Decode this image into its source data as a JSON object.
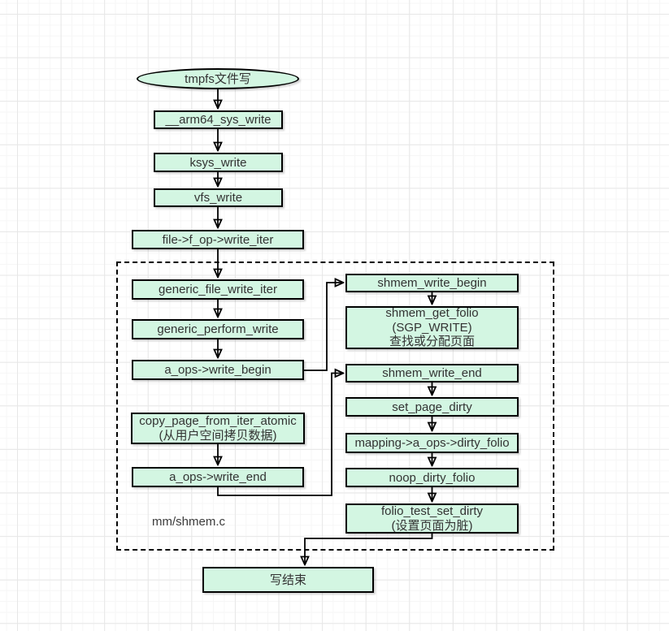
{
  "diagram": {
    "colors": {
      "node_fill": "#d3f6e2",
      "node_border": "#000000",
      "connector": "#000000",
      "text": "#333333",
      "grid_minor": "#f6f6f6",
      "grid_major": "#e7e7e7"
    },
    "nodes": {
      "start": {
        "label": "tmpfs文件写"
      },
      "arm64_sys_write": {
        "label": "__arm64_sys_write"
      },
      "ksys_write": {
        "label": "ksys_write"
      },
      "vfs_write": {
        "label": "vfs_write"
      },
      "fop_write_iter": {
        "label": "file->f_op->write_iter"
      },
      "generic_file_write_iter": {
        "label": "generic_file_write_iter"
      },
      "generic_perform_write": {
        "label": "generic_perform_write"
      },
      "a_ops_write_begin": {
        "label": "a_ops->write_begin"
      },
      "copy_page_from_iter_atomic": {
        "lines": [
          "copy_page_from_iter_atomic",
          "(从用户空间拷贝数据)"
        ]
      },
      "a_ops_write_end": {
        "label": "a_ops->write_end"
      },
      "shmem_write_begin": {
        "label": "shmem_write_begin"
      },
      "shmem_get_folio": {
        "lines": [
          "shmem_get_folio",
          "(SGP_WRITE)",
          "查找或分配页面"
        ]
      },
      "shmem_write_end": {
        "label": "shmem_write_end"
      },
      "set_page_dirty": {
        "label": "set_page_dirty"
      },
      "mapping_dirty_folio": {
        "label": "mapping->a_ops->dirty_folio"
      },
      "noop_dirty_folio": {
        "label": "noop_dirty_folio"
      },
      "folio_test_set_dirty": {
        "lines": [
          "folio_test_set_dirty",
          "(设置页面为脏)"
        ]
      },
      "end": {
        "label": "写结束"
      }
    },
    "labels": {
      "source_file": "mm/shmem.c"
    }
  }
}
